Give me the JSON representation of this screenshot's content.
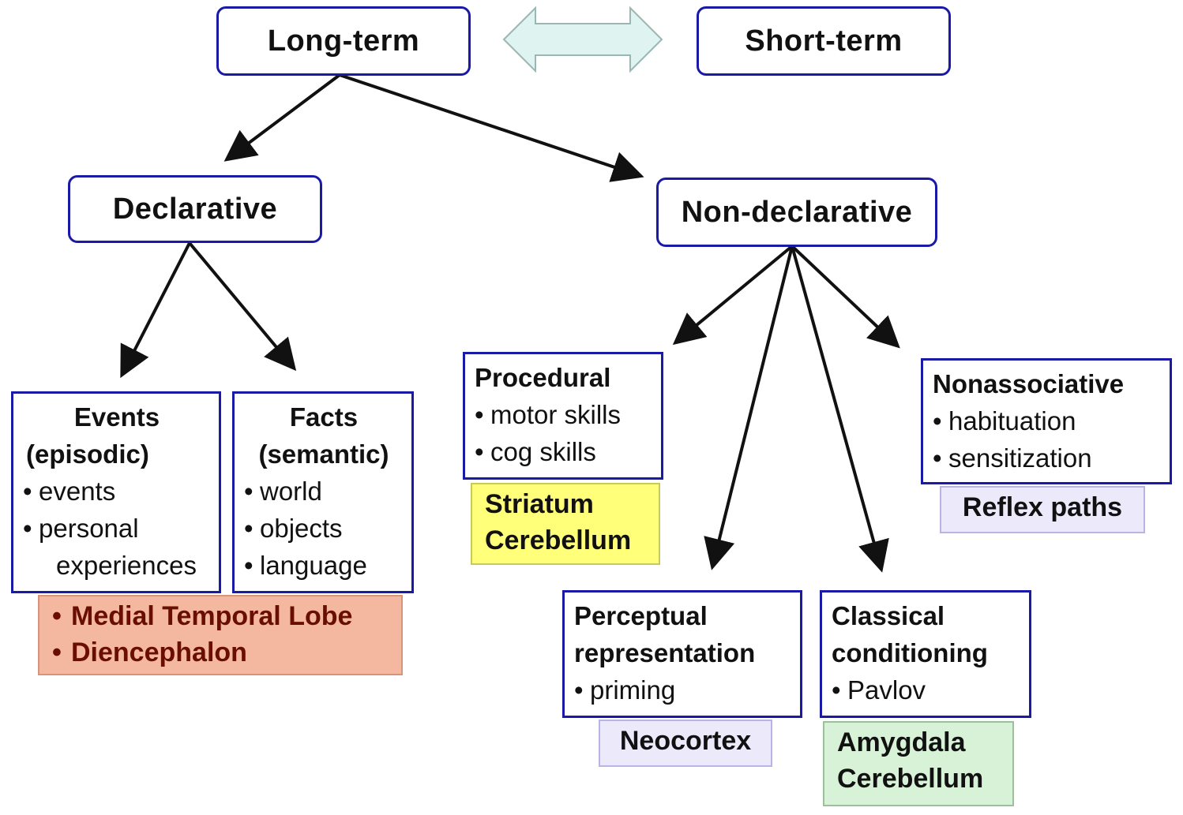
{
  "nodes": {
    "long_term": "Long-term",
    "short_term": "Short-term",
    "declarative": "Declarative",
    "non_declarative": "Non-declarative"
  },
  "events": {
    "title1": "Events",
    "title2": "(episodic)",
    "items": [
      "events",
      "personal",
      "experiences"
    ]
  },
  "facts": {
    "title1": "Facts",
    "title2": "(semantic)",
    "items": [
      "world",
      "objects",
      "language"
    ]
  },
  "procedural": {
    "title": "Procedural",
    "items": [
      "motor skills",
      "cog skills"
    ]
  },
  "nonassociative": {
    "title": "Nonassociative",
    "items": [
      "habituation",
      "sensitization"
    ]
  },
  "perceptual": {
    "title1": "Perceptual",
    "title2": "representation",
    "items": [
      "priming"
    ]
  },
  "classical": {
    "title1": "Classical",
    "title2": "conditioning",
    "items": [
      "Pavlov"
    ]
  },
  "regions": {
    "mtl": [
      "Medial Temporal Lobe",
      "Diencephalon"
    ],
    "striatum": [
      "Striatum",
      "Cerebellum"
    ],
    "reflex": "Reflex paths",
    "neocortex": "Neocortex",
    "amygdala": [
      "Amygdala",
      "Cerebellum"
    ]
  },
  "colors": {
    "box_border": "#1a1aa6",
    "mtl_fill": "#f4b8a0",
    "mtl_text": "#6a0f00",
    "yellow_fill": "#ffff7a",
    "lavender_fill": "#ece9fb",
    "green_fill": "#d8f2d8",
    "double_arrow_fill": "#dff3f1"
  }
}
